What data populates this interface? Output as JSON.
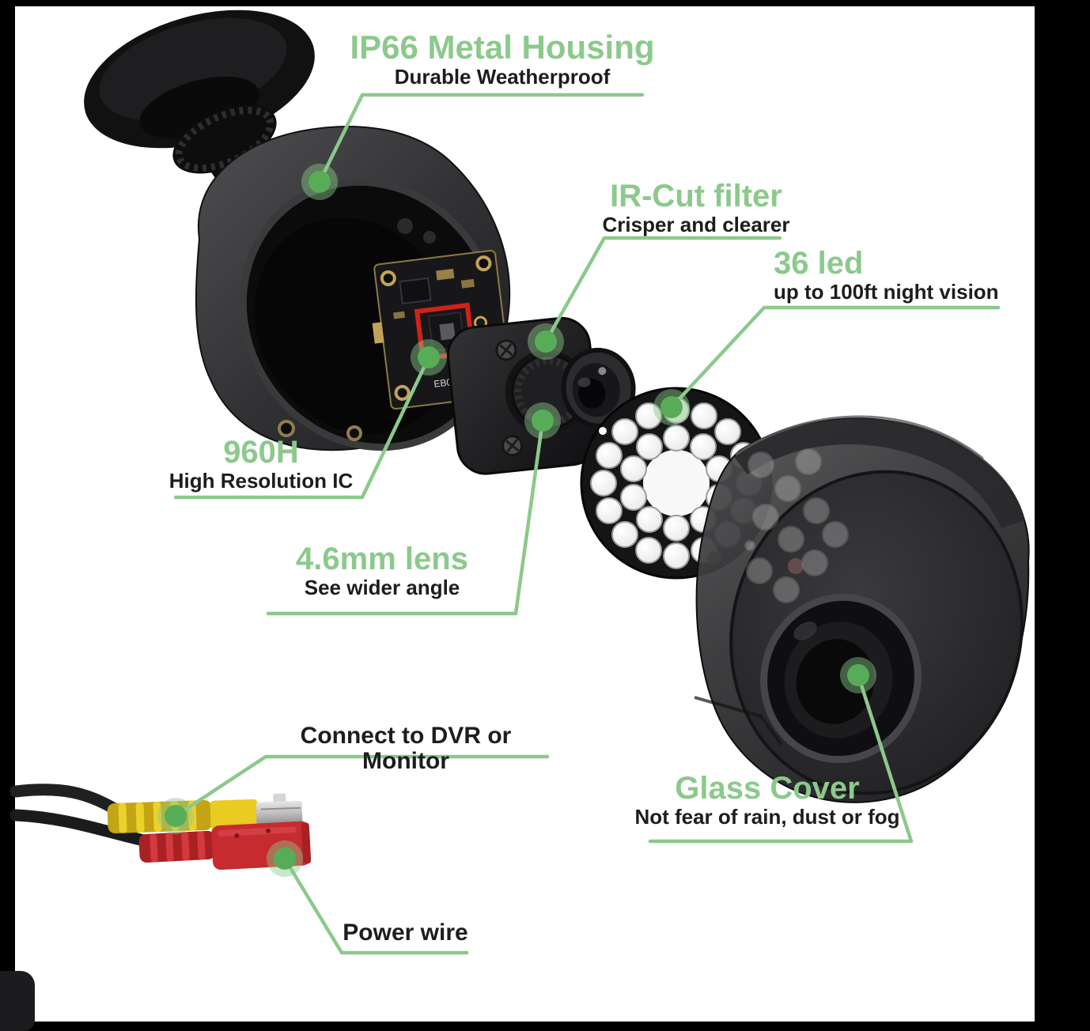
{
  "colors": {
    "accent_green": "#8cc98c",
    "dot_green": "#57ad57",
    "text_dark": "#1d1d1d",
    "bnc_yellow": "#e8c421",
    "power_red": "#c5282d"
  },
  "callouts": [
    {
      "id": "ip66",
      "title": "IP66 Metal Housing",
      "subtitle": "Durable Weatherproof"
    },
    {
      "id": "ir_cut",
      "title": "IR-Cut filter",
      "subtitle": "Crisper and clearer"
    },
    {
      "id": "led_36",
      "title": "36 led",
      "subtitle": "up to 100ft night vision"
    },
    {
      "id": "res_960h",
      "title": "960H",
      "subtitle": "High Resolution IC"
    },
    {
      "id": "lens_46mm",
      "title": "4.6mm lens",
      "subtitle": "See wider angle"
    },
    {
      "id": "connect_dvr",
      "title": "Connect to DVR or Monitor",
      "subtitle": ""
    },
    {
      "id": "glass_cover",
      "title": "Glass Cover",
      "subtitle": "Not fear of rain, dust or fog"
    },
    {
      "id": "power_wire",
      "title": "Power wire",
      "subtitle": ""
    }
  ],
  "pcb": {
    "label": "EB022A2"
  }
}
